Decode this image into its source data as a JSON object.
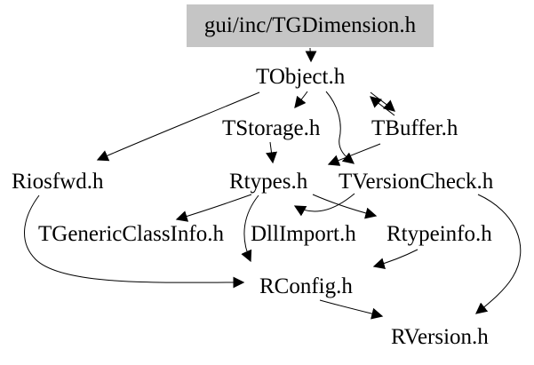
{
  "diagram": {
    "type": "include-dependency-graph",
    "title_node": "gui/inc/TGDimension.h",
    "colors": {
      "background": "#ffffff",
      "title_node_fill": "#c5c5c5",
      "text": "#000000",
      "edge": "#000000"
    },
    "nodes": {
      "tgdimension": "gui/inc/TGDimension.h",
      "tobject": "TObject.h",
      "tstorage": "TStorage.h",
      "tbuffer": "TBuffer.h",
      "riosfwd": "Riosfwd.h",
      "rtypes": "Rtypes.h",
      "tversioncheck": "TVersionCheck.h",
      "tgenericclassinfo": "TGenericClassInfo.h",
      "dllimport": "DllImport.h",
      "rtypeinfo": "Rtypeinfo.h",
      "rconfig": "RConfig.h",
      "rversion": "RVersion.h"
    },
    "edges": [
      {
        "from": "gui/inc/TGDimension.h",
        "to": "TObject.h"
      },
      {
        "from": "TObject.h",
        "to": "Riosfwd.h"
      },
      {
        "from": "TObject.h",
        "to": "TStorage.h"
      },
      {
        "from": "TObject.h",
        "to": "TBuffer.h"
      },
      {
        "from": "TBuffer.h",
        "to": "TObject.h"
      },
      {
        "from": "TObject.h",
        "to": "TVersionCheck.h"
      },
      {
        "from": "TBuffer.h",
        "to": "Rtypes.h"
      },
      {
        "from": "TStorage.h",
        "to": "Rtypes.h"
      },
      {
        "from": "Rtypes.h",
        "to": "TGenericClassInfo.h"
      },
      {
        "from": "TVersionCheck.h",
        "to": "Rtypes.h"
      },
      {
        "from": "Rtypes.h",
        "to": "Rtypeinfo.h"
      },
      {
        "from": "Rtypes.h",
        "to": "RConfig.h"
      },
      {
        "from": "Riosfwd.h",
        "to": "RConfig.h"
      },
      {
        "from": "Rtypeinfo.h",
        "to": "RConfig.h"
      },
      {
        "from": "RConfig.h",
        "to": "RVersion.h"
      },
      {
        "from": "TVersionCheck.h",
        "to": "RVersion.h"
      }
    ]
  }
}
